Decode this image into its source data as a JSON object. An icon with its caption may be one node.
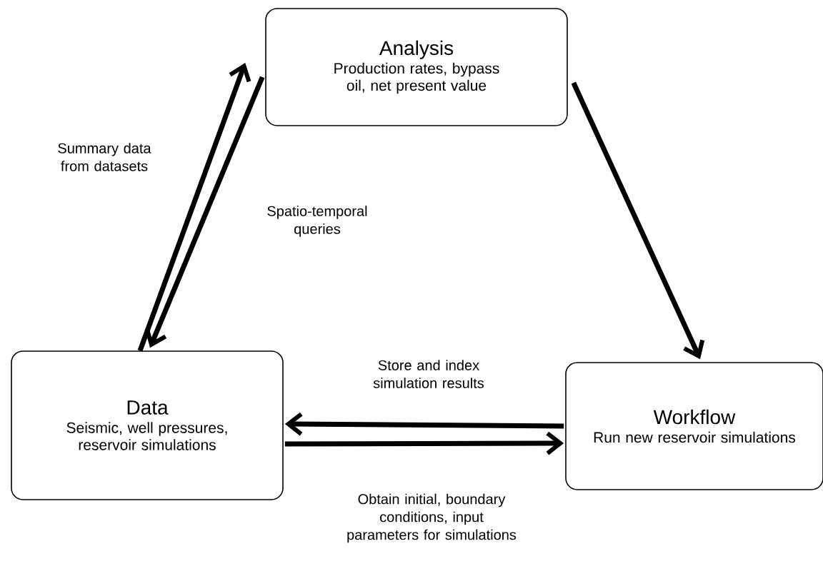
{
  "diagram": {
    "nodes": [
      {
        "text": [
          "Analysis",
          "Production rates, bypass oil, net present value"
        ]
      },
      {
        "text": [
          "Data",
          "Seismic, well pressures, reservoir simulations"
        ]
      },
      {
        "text": [
          "Workflow",
          "Run new reservoir simulations"
        ]
      }
    ],
    "edges": [
      {
        "from": 1,
        "to": 0,
        "arrow": "to",
        "label": "Summary data from datasets"
      },
      {
        "from": 0,
        "to": 1,
        "arrow": "to",
        "label": "Spatio-temporal queries"
      },
      {
        "from": 0,
        "to": 2,
        "arrow": "to"
      },
      {
        "from": 2,
        "to": 1,
        "arrow": "to",
        "label": "Store and index simulation results"
      },
      {
        "from": 1,
        "to": 2,
        "arrow": "to",
        "label": "Obtain initial, boundary conditions, input parameters for simulations"
      }
    ]
  }
}
